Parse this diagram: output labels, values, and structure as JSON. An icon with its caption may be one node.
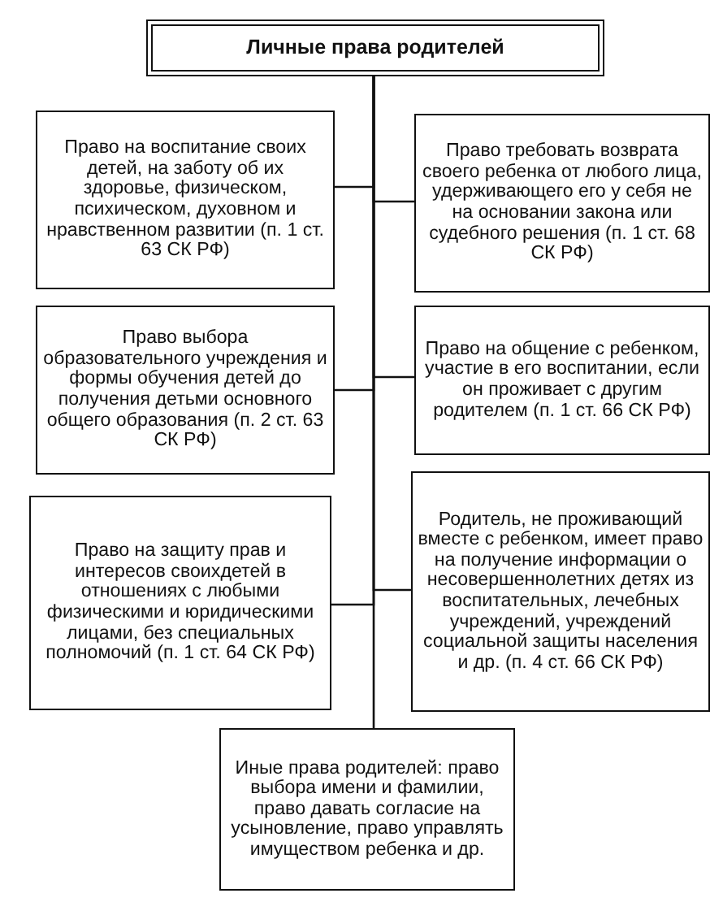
{
  "diagram": {
    "nodes": [
      {
        "text": [
          "Личные права родителей"
        ]
      },
      {
        "text": [
          "Право на воспитание своих детей, на заботу об их здоровье, физическом, психическом, духовном и нравственном развитии (п. 1 ст. 63 СК РФ)"
        ]
      },
      {
        "text": [
          "Право требовать возврата своего ребенка от любого лица, удерживающего его у себя не на основании закона или судебного решения (п. 1 ст. 68 СК РФ)"
        ]
      },
      {
        "text": [
          "Право выбора образовательного учреждения и формы обучения детей до получения детьми основного общего образования (п. 2 ст. 63 СК РФ)"
        ]
      },
      {
        "text": [
          "Право на общение с ребенком, участие в его воспитании, если он проживает с другим родителем (п. 1 ст. 66 СК РФ)"
        ]
      },
      {
        "text": [
          "Право на защиту прав и интересов своихдетей в отношениях с любыми физическими и юридическими лицами, без специальных полномочий (п. 1 ст. 64 СК РФ)"
        ]
      },
      {
        "text": [
          "Родитель, не проживающий вместе с ребенком, имеет право на получение информации о несовершеннолетних детях из воспитательных, лечебных учреждений, учреждений социальной защиты населения и др. (п. 4 ст. 66 СК РФ)"
        ]
      },
      {
        "text": [
          "Иные права родителей: право выбора имени и фамилии, право давать согласие на усыновление, право управлять имуществом ребенка и др."
        ]
      }
    ],
    "edges": [
      {
        "from": 0,
        "to": 1,
        "arrow": "none"
      },
      {
        "from": 0,
        "to": 2,
        "arrow": "none"
      },
      {
        "from": 0,
        "to": 3,
        "arrow": "none"
      },
      {
        "from": 0,
        "to": 4,
        "arrow": "none"
      },
      {
        "from": 0,
        "to": 5,
        "arrow": "none"
      },
      {
        "from": 0,
        "to": 6,
        "arrow": "none"
      },
      {
        "from": 0,
        "to": 7,
        "arrow": "none"
      }
    ]
  }
}
